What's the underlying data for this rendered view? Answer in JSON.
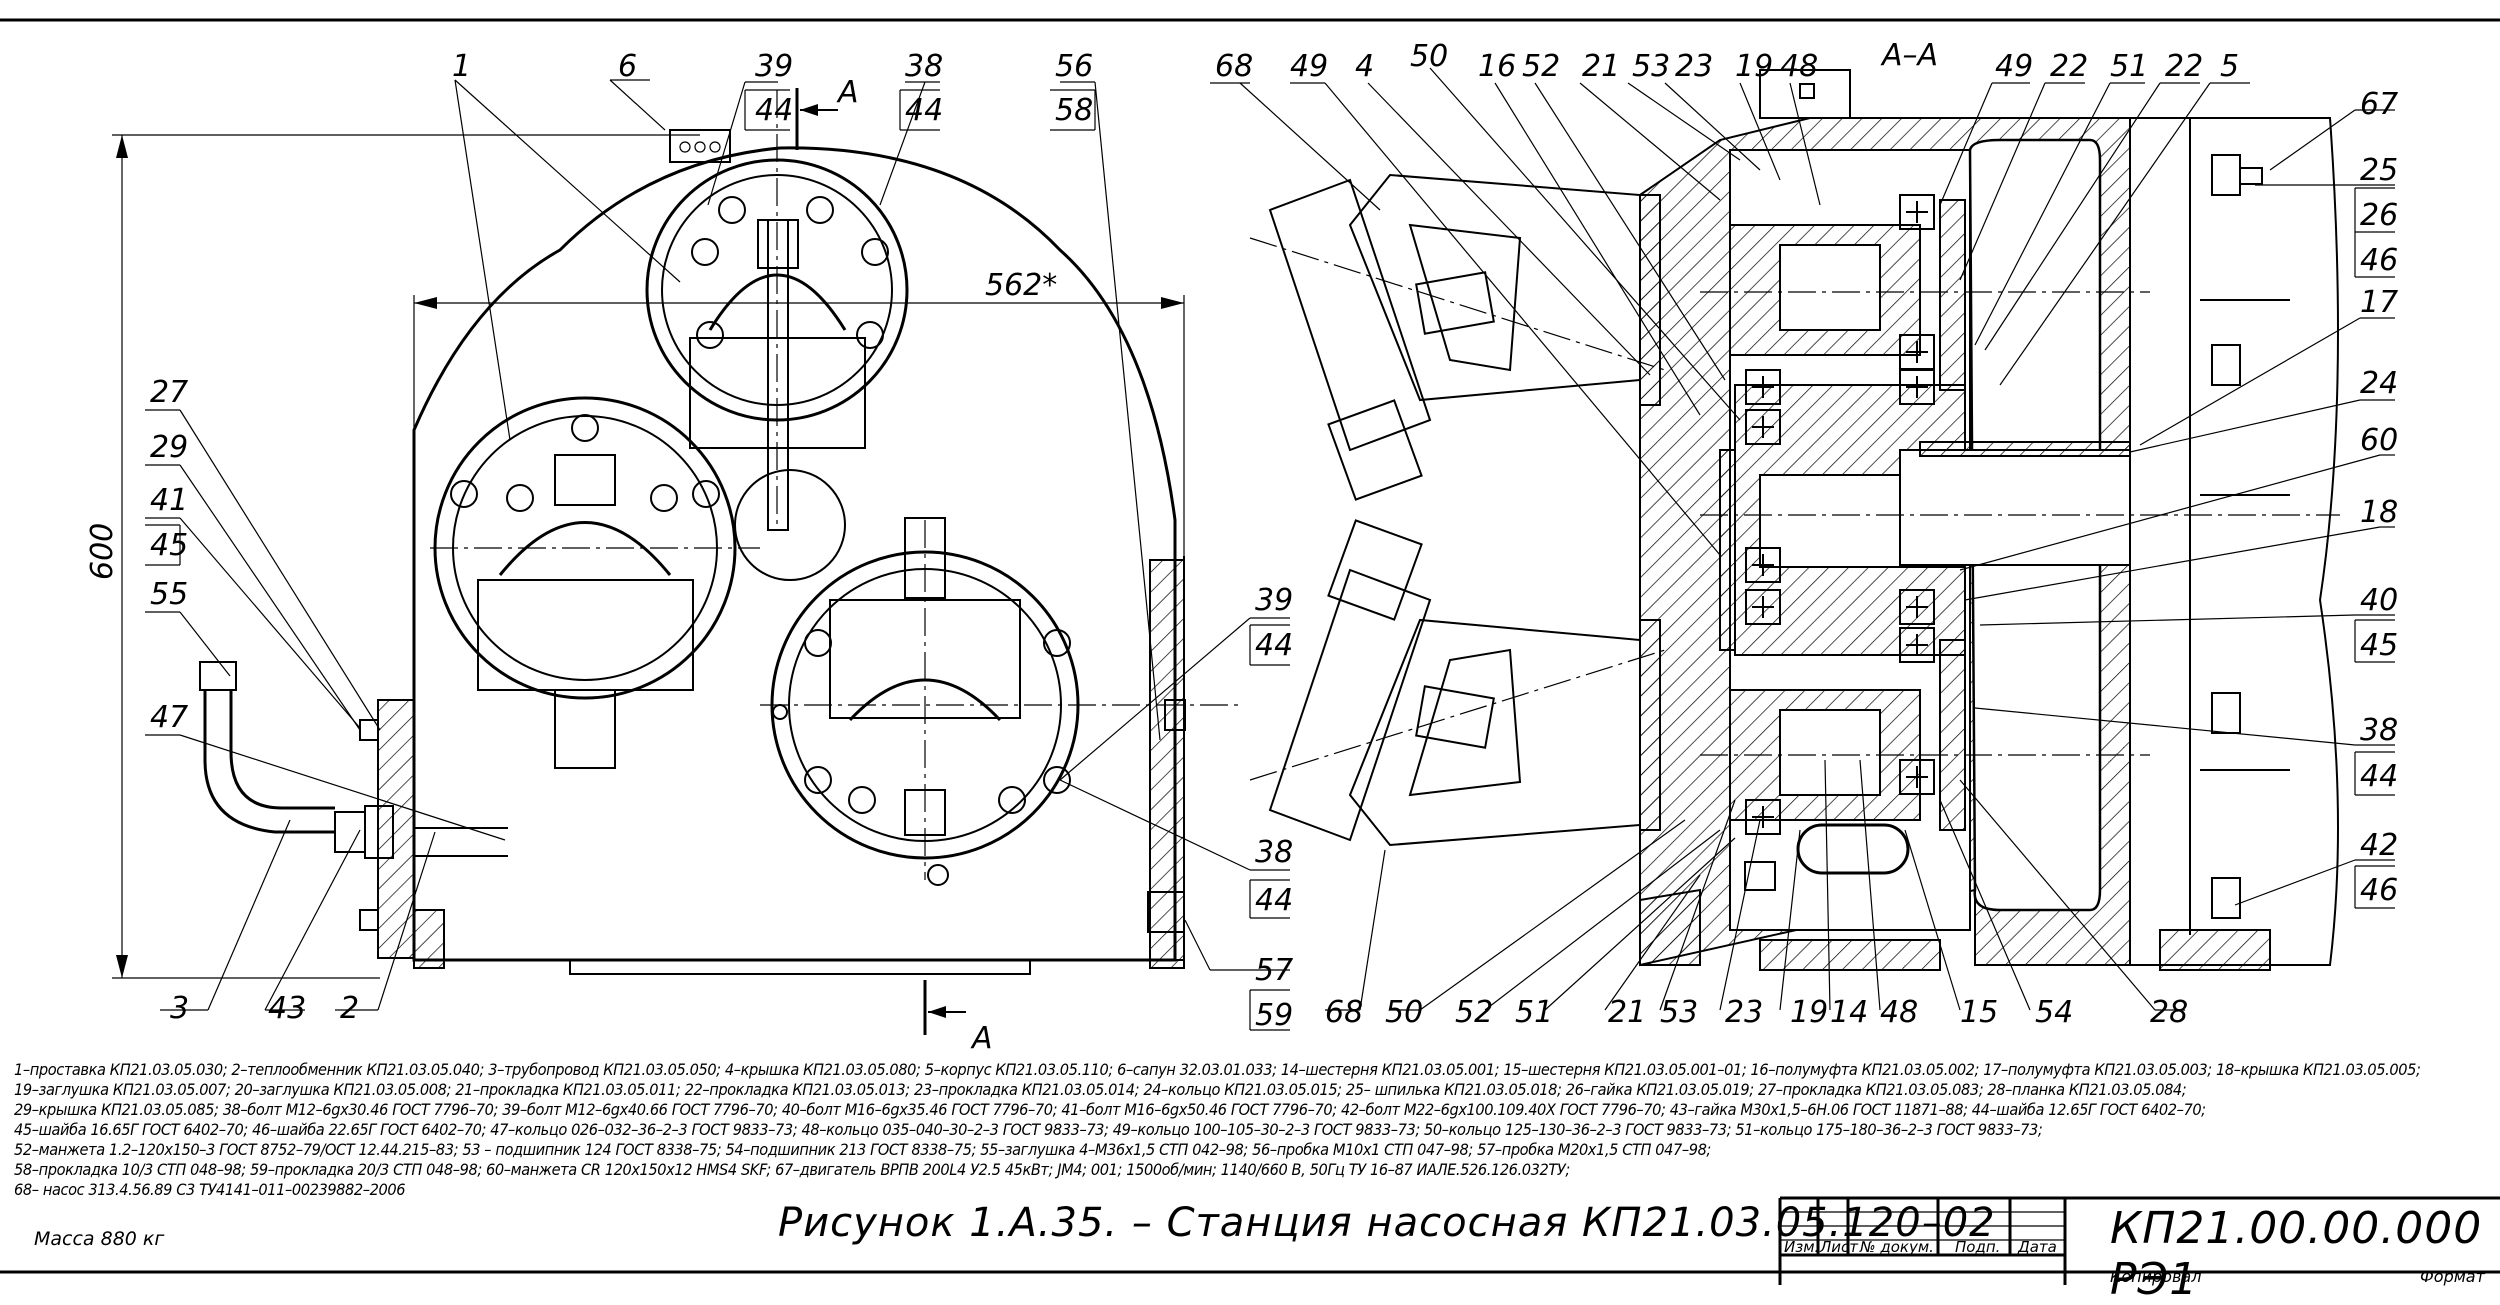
{
  "section_title": "A–A",
  "section_marks": [
    "A",
    "A"
  ],
  "dims": {
    "height": "600",
    "width": "562*"
  },
  "left_labels": [
    "1",
    "6",
    "39",
    "44",
    "38",
    "44",
    "56",
    "58",
    "27",
    "29",
    "41",
    "45",
    "55",
    "47",
    "3",
    "43",
    "2",
    "39",
    "44",
    "38",
    "44",
    "57",
    "59"
  ],
  "right_labels": [
    "68",
    "49",
    "4",
    "50",
    "16",
    "52",
    "21",
    "53",
    "23",
    "19",
    "48",
    "49",
    "22",
    "51",
    "22",
    "5",
    "67",
    "25",
    "26",
    "46",
    "17",
    "24",
    "60",
    "18",
    "40",
    "45",
    "38",
    "44",
    "42",
    "46",
    "68",
    "50",
    "52",
    "51",
    "21",
    "53",
    "23",
    "19",
    "14",
    "48",
    "15",
    "54",
    "28"
  ],
  "spec_lines": [
    "1–проставка КП21.03.05.030; 2–теплообменник КП21.03.05.040; 3–трубопровод КП21.03.05.050; 4–крышка КП21.03.05.080; 5–корпус КП21.03.05.110; 6–сапун 32.03.01.033; 14–шестерня КП21.03.05.001; 15–шестерня КП21.03.05.001–01; 16–полумуфта КП21.03.05.002; 17–полумуфта КП21.03.05.003; 18–крышка КП21.03.05.005;",
    "19–заглушка КП21.03.05.007; 20–заглушка КП21.03.05.008; 21–прокладка КП21.03.05.011; 22–прокладка КП21.03.05.013; 23–прокладка КП21.03.05.014; 24–кольцо КП21.03.05.015; 25– шпилька КП21.03.05.018; 26–гайка КП21.03.05.019; 27–прокладка КП21.03.05.083; 28–планка КП21.03.05.084;",
    "29–крышка КП21.03.05.085; 38–болт М12–6gх30.46 ГОСТ 7796–70; 39–болт М12–6gх40.66 ГОСТ 7796–70; 40–болт М16–6gх35.46 ГОСТ 7796–70; 41–болт М16–6gх50.46 ГОСТ 7796–70; 42–болт М22–6gх100.109.40Х ГОСТ 7796–70; 43–гайка М30х1,5–6Н.06 ГОСТ 11871–88; 44–шайба 12.65Г ГОСТ 6402–70;",
    "45–шайба 16.65Г ГОСТ 6402–70; 46–шайба 22.65Г ГОСТ 6402–70; 47–кольцо 026–032–36–2–3 ГОСТ 9833–73; 48–кольцо 035–040–30–2–3 ГОСТ 9833–73; 49–кольцо 100–105–30–2–3 ГОСТ 9833–73; 50–кольцо 125–130–36–2–3 ГОСТ 9833–73; 51–кольцо 175–180–36–2–3 ГОСТ 9833–73;",
    "52–манжета 1.2–120х150–3 ГОСТ 8752–79/ОСТ 12.44.215–83; 53 – подшипник 124 ГОСТ 8338–75; 54–подшипник 213 ГОСТ 8338–75; 55–заглушка 4–М36х1,5 СТП 042–98; 56–пробка М10х1 СТП 047–98; 57–пробка М20х1,5 СТП 047–98;",
    "58–прокладка 10/3 СТП 048–98; 59–прокладка 20/3 СТП 048–98; 60–манжета CR 120х150х12 HMS4 SKF; 67–двигатель ВРПВ 200L4 У2.5 45кВт; JM4; 001; 1500об/мин; 1140/660 В, 50Гц ТУ 16–87 ИАЛЕ.526.126.032ТУ;",
    " 68– насос 313.4.56.89 С3 ТУ4141–011–00239882–2006"
  ],
  "mass": "Масса 880 кг",
  "caption": "Рисунок 1.А.35. – Станция насосная КП21.03.05.120–02",
  "stamp": {
    "headers": [
      "Изм.",
      "Лист",
      "№ докум.",
      "Подп.",
      "Дата"
    ],
    "code": "КП21.00.00.000 РЭ1",
    "copied": "Копировал",
    "format": "Формат"
  }
}
